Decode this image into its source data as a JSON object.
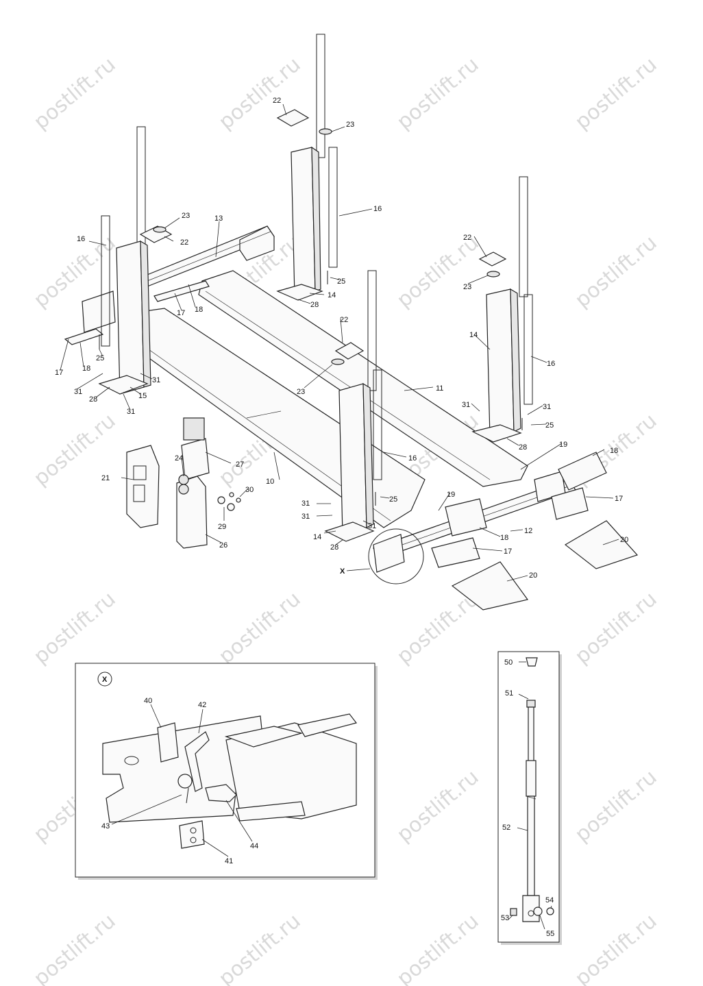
{
  "watermark": "postlift.ru",
  "callouts": {
    "p10": "10",
    "p11": "11",
    "p12": "12",
    "p13": "13",
    "p14": "14",
    "p15": "15",
    "p16": "16",
    "p17": "17",
    "p18": "18",
    "p19": "19",
    "p20": "20",
    "p21": "21",
    "p22": "22",
    "p23": "23",
    "p24": "24",
    "p25": "25",
    "p26": "26",
    "p27": "27",
    "p28": "28",
    "p29": "29",
    "p30": "30",
    "p31": "31",
    "detail_ref": "X",
    "p40": "40",
    "p41": "41",
    "p42": "42",
    "p43": "43",
    "p44": "44",
    "p50": "50",
    "p51": "51",
    "p52": "52",
    "p53": "53",
    "p54": "54",
    "p55": "55"
  },
  "detail_x": {
    "badge": "X"
  }
}
